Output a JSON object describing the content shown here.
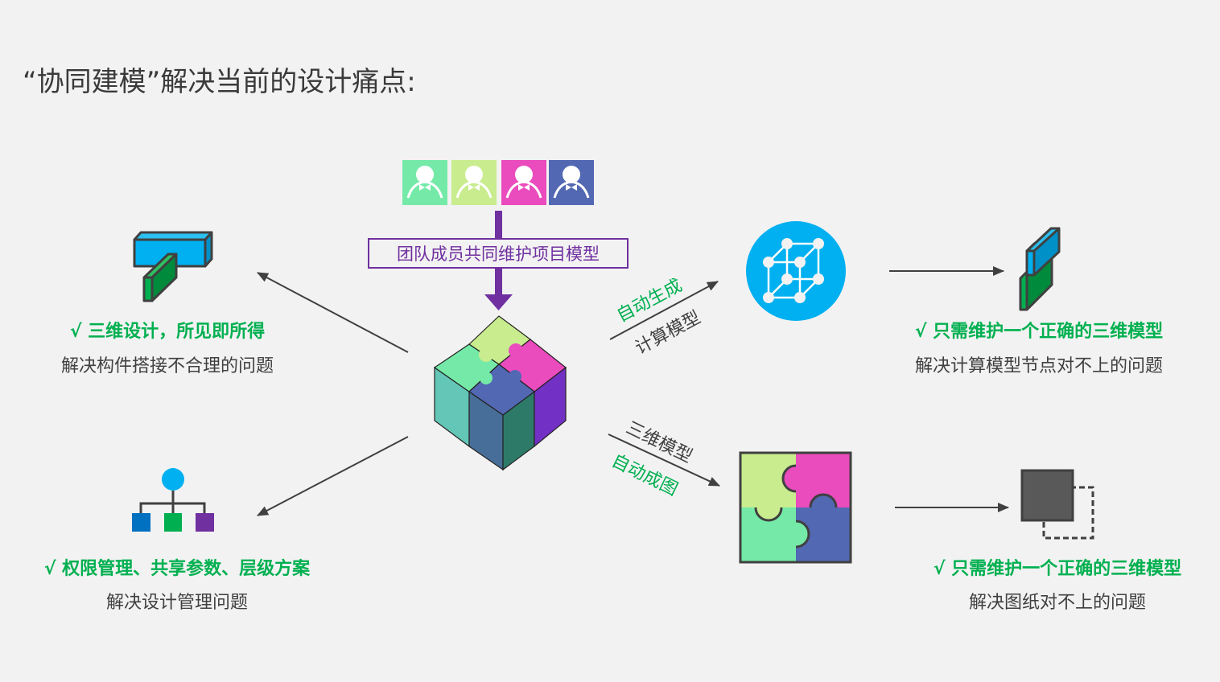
{
  "title": "“协同建模”解决当前的设计痛点:",
  "center": {
    "team_label": "团队成员共同维护项目模型",
    "avatar_colors": [
      "#75eaa8",
      "#c8ec8e",
      "#ea4bbd",
      "#5268b2"
    ]
  },
  "edges": {
    "upper_right_top": "自动生成",
    "upper_right_bottom": "计算模型",
    "lower_right_top": "三维模型",
    "lower_right_bottom": "自动成图"
  },
  "benefits": {
    "top_left": {
      "check": "√ 三维设计，所见即所得",
      "desc": "解决构件搭接不合理的问题"
    },
    "bottom_left": {
      "check": "√ 权限管理、共享参数、层级方案",
      "desc": "解决设计管理问题"
    },
    "top_right": {
      "check": "√ 只需维护一个正确的三维模型",
      "desc": "解决计算模型节点对不上的问题"
    },
    "bottom_right": {
      "check": "√ 只需维护一个正确的三维模型",
      "desc": "解决图纸对不上的问题"
    }
  },
  "colors": {
    "accent_green": "#00b050",
    "purple": "#7030a0",
    "blue": "#00b0f0"
  }
}
